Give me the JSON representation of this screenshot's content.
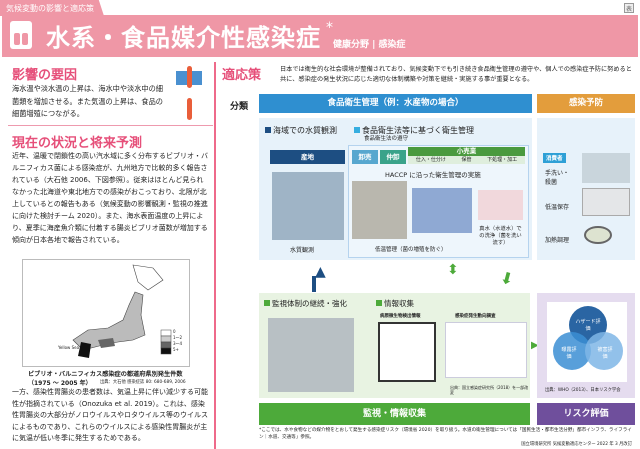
{
  "header": {
    "tab": "気候変動の影響と適応策",
    "title": "水系・食品媒介性感染症",
    "asterisk": "*",
    "subtitle": "健康分野 | 感染症",
    "page_icon": "表"
  },
  "left": {
    "factor_title": "影響の要因",
    "factor_text": "海水温や淡水温の上昇は、海水中や淡水中の細菌類を増加させる。また気温の上昇は、食品の細菌増殖につながる。",
    "status_title": "現在の状況と将来予測",
    "status_text": "近年、温暖で閉鎖性の高い汽水域に多く分布するビブリオ・バルニフィカス菌による感染症が、九州地方で比較的多く報告されている（大石他 2006、下図参照）。従来はほとんど見られなかった北海道や東北地方での感染がおこっており、北限が北上しているとの報告もある（気候変動の影響観測・監視の推進に向けた検討チーム 2020）。また、海水表面温度の上昇により、夏季に海産魚介類に付着する腸炎ビブリオ菌数が増加する傾向が日本各地で報告されている。",
    "map_caption": "ビブリオ・バルニフィカス感染症の都道府県別発生件数",
    "map_years": "（1975 ～ 2005 年）",
    "map_source": "出典：大石他 感染症誌 80: 680-689, 2006",
    "map_legend": [
      "0",
      "1～2",
      "3～4",
      "5+"
    ],
    "map_sea_label": "Yellow Sea",
    "bottom_text": "一方、感染性胃腸炎の患者数は、気温上昇に伴い減少する可能性が指摘されている（Onozuka et al. 2019）。これは、感染性胃腸炎の大部分がノロウイルスやロタウイルス等のウイルスによるものであり、これらのウイルスによる感染性胃腸炎が主に気温が低い冬季に発生するためである。"
  },
  "right": {
    "title": "適応策",
    "intro": "日本では衛生的な社会環境が整備されており、気候変動下でも引き続き食品衛生管理の遵守や、個人での感染症予防に努めると共に、感染症の発生状況に応じた適切な体制構築や対策を継続・実施する事が重要となる。",
    "category_label": "分類",
    "food_header": "食品衛生管理（例：水産物の場合）",
    "prevent_header": "感染予防",
    "water_monitor": "海域での水質観測",
    "hygiene": "食品衛生法等に基づく衛生管理",
    "hygiene_sub": "食品衛生法の遵守",
    "stages": [
      "産地",
      "卸売",
      "仲卸",
      "小売業"
    ],
    "retail_sub": [
      "仕入・仕分け",
      "保管",
      "下処理・加工"
    ],
    "haccp": "HACCP に沿った衛生管理の実施",
    "caption_water": "水質観測",
    "caption_cold": "低温管理（菌の増殖を防ぐ）",
    "caption_wash": "真水（水道水）での洗浄（菌を洗い流す）",
    "consumer": "消費者",
    "prevent_items": [
      "手洗い・殺菌",
      "低温保存",
      "加熱調理"
    ],
    "surveillance": "監視体制の継続・強化",
    "info": "情報収集",
    "pathogen_info": "病原微生物検出情報",
    "outbreak_survey": "感染症発生動向調査",
    "info_source": "出典：国立感染症研究所（2018）を一部改変",
    "risk_circles": [
      "ハザード評価",
      "曝露評価",
      "被害評価"
    ],
    "risk_source": "出典：WHO（2013）、日本リスク学会",
    "bar_surveillance": "監視・情報収集",
    "bar_risk": "リスク評価",
    "footnote": "*ここでは、水や食物などの媒介物をとおして発生する感染症リスク（環境省 2020）を取り扱う。水道の衛生管理については「国民生活・都市生活分野」都市インフラ、ライフライン｜水道、交通等」参照。",
    "credit": "国立環境研究所 気候変動適応センター 2022 年 3 月改訂"
  }
}
